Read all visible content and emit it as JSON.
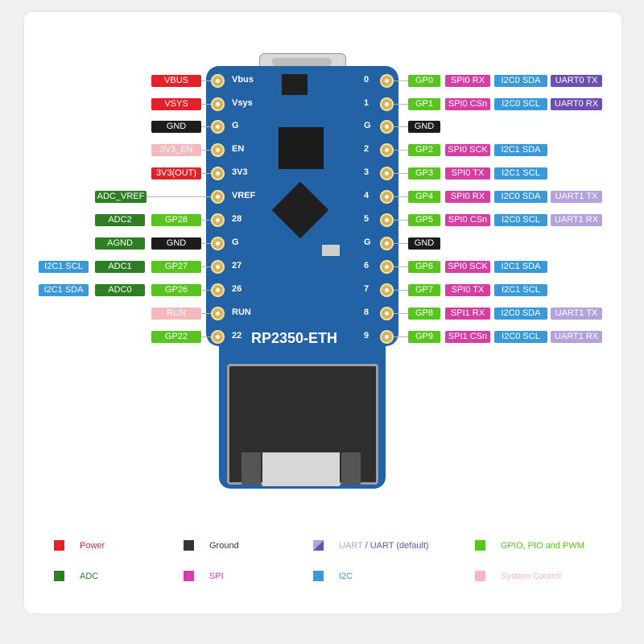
{
  "board_name": "RP2350-ETH",
  "board_pins": {
    "left": [
      "Vbus",
      "Vsys",
      "G",
      "EN",
      "3V3",
      "VREF",
      "28",
      "G",
      "27",
      "26",
      "RUN",
      "22"
    ],
    "right": [
      "0",
      "1",
      "G",
      "2",
      "3",
      "4",
      "5",
      "G",
      "6",
      "7",
      "8",
      "9"
    ]
  },
  "left_rows": [
    [
      {
        "text": "VBUS",
        "type": "power"
      }
    ],
    [
      {
        "text": "VSYS",
        "type": "power"
      }
    ],
    [
      {
        "text": "GND",
        "type": "ground"
      }
    ],
    [
      {
        "text": "3V3_EN",
        "type": "sysctl"
      }
    ],
    [
      {
        "text": "3V3(OUT)",
        "type": "power"
      }
    ],
    [
      {
        "text": "ADC_VREF",
        "type": "adc"
      }
    ],
    [
      {
        "text": "ADC2",
        "type": "adc"
      },
      {
        "text": "GP28",
        "type": "gpio"
      }
    ],
    [
      {
        "text": "AGND",
        "type": "adc"
      },
      {
        "text": "GND",
        "type": "ground"
      }
    ],
    [
      {
        "text": "I2C1 SCL",
        "type": "i2c"
      },
      {
        "text": "ADC1",
        "type": "adc"
      },
      {
        "text": "GP27",
        "type": "gpio"
      }
    ],
    [
      {
        "text": "I2C1 SDA",
        "type": "i2c"
      },
      {
        "text": "ADC0",
        "type": "adc"
      },
      {
        "text": "GP26",
        "type": "gpio"
      }
    ],
    [
      {
        "text": "RUN",
        "type": "sysctl"
      }
    ],
    [
      {
        "text": "GP22",
        "type": "gpio"
      }
    ]
  ],
  "right_rows": [
    [
      {
        "text": "GP0",
        "type": "gpio"
      },
      {
        "text": "SPI0 RX",
        "type": "spi"
      },
      {
        "text": "I2C0 SDA",
        "type": "i2c"
      },
      {
        "text": "UART0 TX",
        "type": "uart"
      }
    ],
    [
      {
        "text": "GP1",
        "type": "gpio"
      },
      {
        "text": "SPI0 CSn",
        "type": "spi"
      },
      {
        "text": "I2C0 SCL",
        "type": "i2c"
      },
      {
        "text": "UART0 RX",
        "type": "uart"
      }
    ],
    [
      {
        "text": "GND",
        "type": "ground"
      }
    ],
    [
      {
        "text": "GP2",
        "type": "gpio"
      },
      {
        "text": "SPI0 SCK",
        "type": "spi"
      },
      {
        "text": "I2C1 SDA",
        "type": "i2c"
      }
    ],
    [
      {
        "text": "GP3",
        "type": "gpio"
      },
      {
        "text": "SPI0 TX",
        "type": "spi"
      },
      {
        "text": "I2C1 SCL",
        "type": "i2c"
      }
    ],
    [
      {
        "text": "GP4",
        "type": "gpio"
      },
      {
        "text": "SPI0 RX",
        "type": "spi"
      },
      {
        "text": "I2C0 SDA",
        "type": "i2c"
      },
      {
        "text": "UART1 TX",
        "type": "uartalt"
      }
    ],
    [
      {
        "text": "GP5",
        "type": "gpio"
      },
      {
        "text": "SPI0 CSn",
        "type": "spi"
      },
      {
        "text": "I2C0 SCL",
        "type": "i2c"
      },
      {
        "text": "UART1 RX",
        "type": "uartalt"
      }
    ],
    [
      {
        "text": "GND",
        "type": "ground"
      }
    ],
    [
      {
        "text": "GP6",
        "type": "gpio"
      },
      {
        "text": "SPI0 SCK",
        "type": "spi"
      },
      {
        "text": "I2C1 SDA",
        "type": "i2c"
      }
    ],
    [
      {
        "text": "GP7",
        "type": "gpio"
      },
      {
        "text": "SPI0 TX",
        "type": "spi"
      },
      {
        "text": "I2C1 SCL",
        "type": "i2c"
      }
    ],
    [
      {
        "text": "GP8",
        "type": "gpio"
      },
      {
        "text": "SPI1 RX",
        "type": "spi"
      },
      {
        "text": "I2C0 SDA",
        "type": "i2c"
      },
      {
        "text": "UART1 TX",
        "type": "uartalt"
      }
    ],
    [
      {
        "text": "GP9",
        "type": "gpio"
      },
      {
        "text": "SPI1 CSn",
        "type": "spi"
      },
      {
        "text": "I2C0 SCL",
        "type": "i2c"
      },
      {
        "text": "UART1 RX",
        "type": "uartalt"
      }
    ]
  ],
  "legend": {
    "power": "Power",
    "ground": "Ground",
    "uart": "UART",
    "uart_sep": " / ",
    "uart_default": "UART (default)",
    "gpio": "GPIO, PIO and PWM",
    "adc": "ADC",
    "spi": "SPI",
    "i2c": "I2C",
    "sysctl": "System Control"
  },
  "colors": {
    "power": "#e4202a",
    "ground": "#1c1c1c",
    "uart": "#6c4fb0",
    "uart_alt": "#b3a2dc",
    "gpio": "#59c31f",
    "adc": "#2f7d25",
    "spi": "#d73ea4",
    "i2c": "#3a9ad9",
    "sysctl": "#f4b8bd",
    "board": "#2462a6"
  }
}
